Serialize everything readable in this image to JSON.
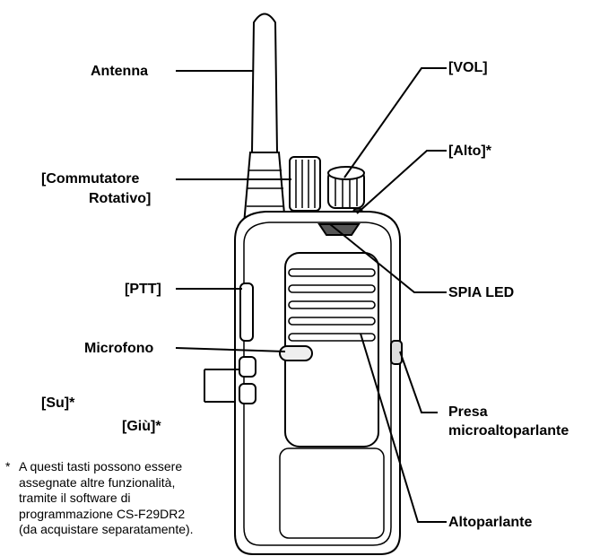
{
  "labels": {
    "antenna": "Antenna",
    "rotary_line1": "[Commutatore",
    "rotary_line2": "Rotativo]",
    "ptt": "[PTT]",
    "microphone": "Microfono",
    "up": "[Su]*",
    "down": "[Giù]*",
    "vol": "[VOL]",
    "top": "[Alto]*",
    "led": "SPIA LED",
    "jack_line1": "Presa",
    "jack_line2": "microaltoparlante",
    "speaker": "Altoparlante"
  },
  "footnote": {
    "star": "*",
    "lines": [
      "A questi tasti possono essere",
      "assegnate altre funzionalità,",
      "tramite il software di",
      "programmazione CS-F29DR2",
      "(da acquistare separatamente)."
    ]
  }
}
